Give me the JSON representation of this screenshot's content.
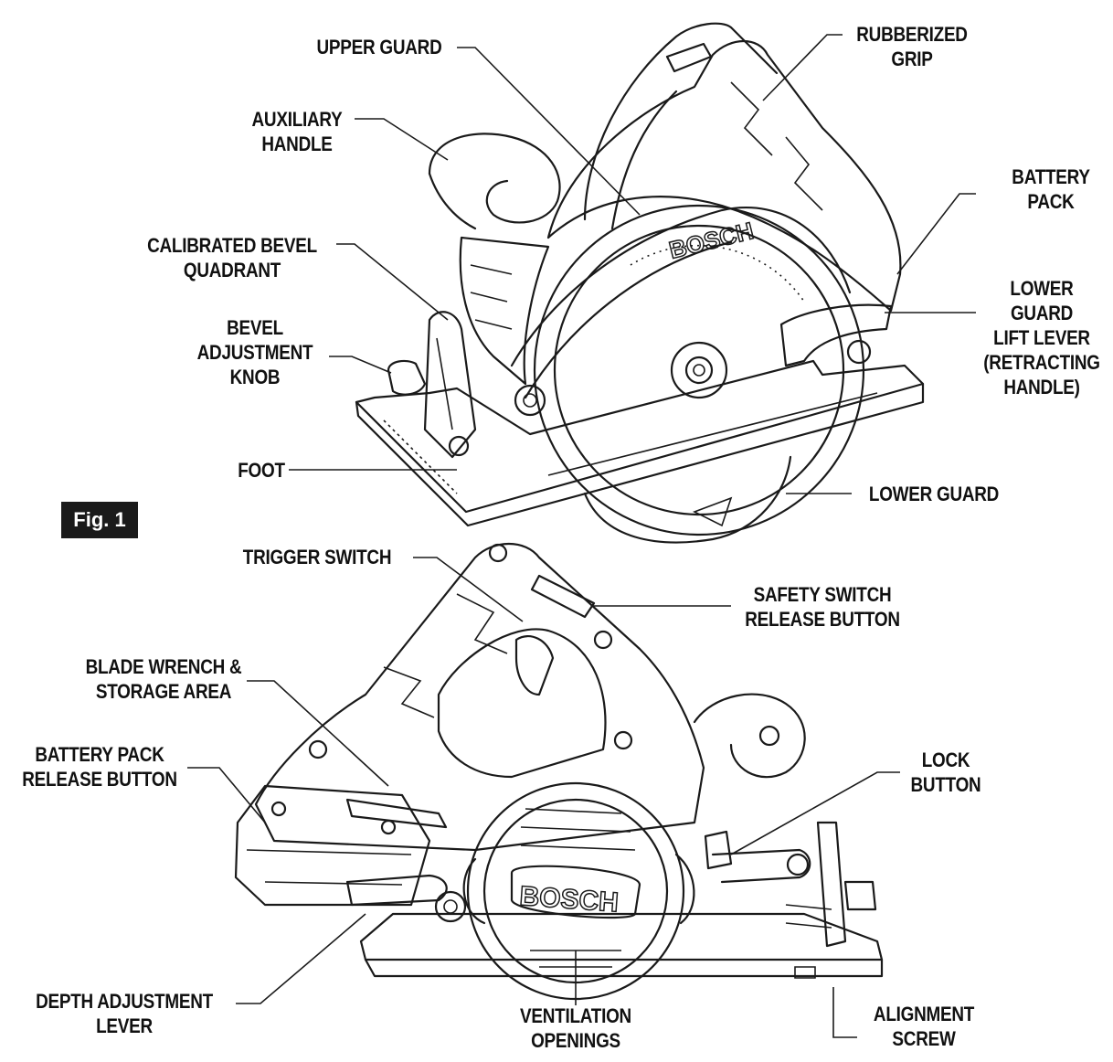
{
  "figure": {
    "label": "Fig. 1"
  },
  "brand": "BOSCH",
  "labels": {
    "upper_guard": "UPPER GUARD",
    "rubberized_grip": "RUBBERIZED\nGRIP",
    "auxiliary_handle": "AUXILIARY\nHANDLE",
    "battery_pack": "BATTERY\nPACK",
    "calibrated_bevel_quadrant": "CALIBRATED BEVEL\nQUADRANT",
    "lower_guard_lift_lever": "LOWER\nGUARD\nLIFT LEVER\n(RETRACTING\nHANDLE)",
    "bevel_adjustment_knob": "BEVEL\nADJUSTMENT\nKNOB",
    "foot": "FOOT",
    "lower_guard": "LOWER GUARD",
    "trigger_switch": "TRIGGER SWITCH",
    "safety_switch_release_button": "SAFETY SWITCH\nRELEASE BUTTON",
    "blade_wrench_storage_area": "BLADE WRENCH &\nSTORAGE AREA",
    "battery_pack_release_button": "BATTERY PACK\nRELEASE BUTTON",
    "lock_button": "LOCK\nBUTTON",
    "depth_adjustment_lever": "DEPTH ADJUSTMENT\nLEVER",
    "ventilation_openings": "VENTILATION\nOPENINGS",
    "alignment_screw": "ALIGNMENT\nSCREW"
  }
}
